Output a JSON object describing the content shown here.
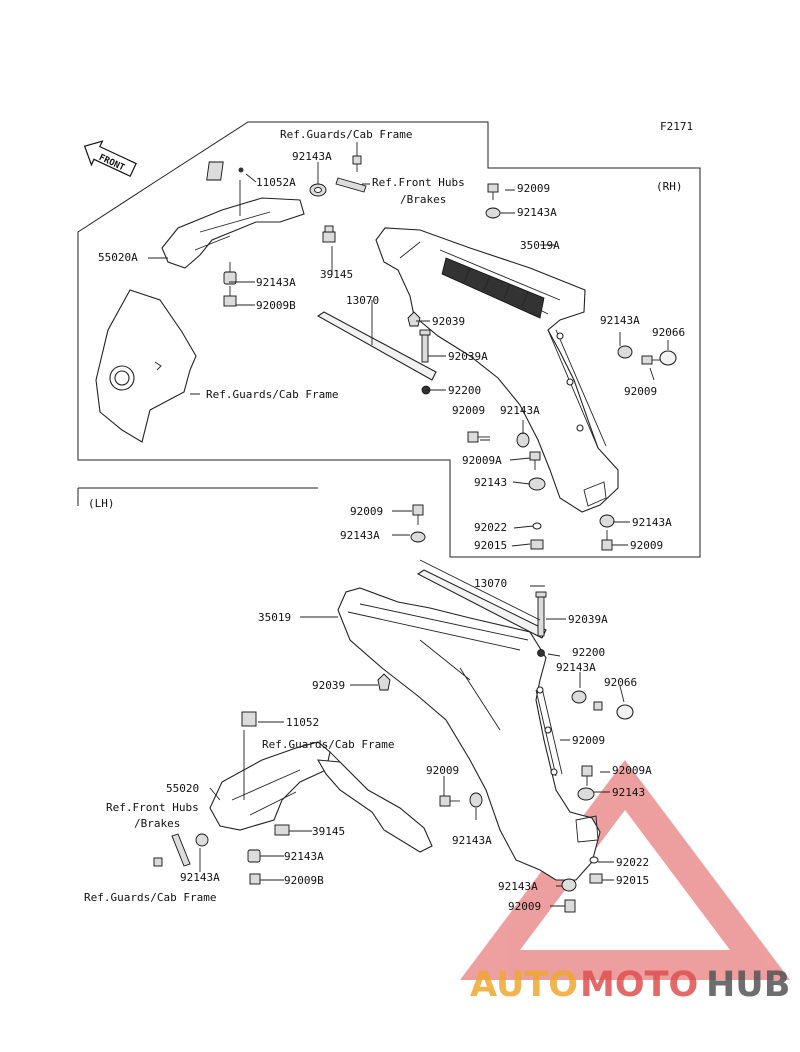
{
  "figure_code": "F2171",
  "sections": {
    "rh": "(RH)",
    "lh": "(LH)"
  },
  "front_arrow": "FRONT",
  "labels_rh": [
    "Ref.Guards/Cab Frame",
    "92143A",
    "11052A",
    "Ref.Front Hubs",
    "/Brakes",
    "92009",
    "92143A",
    "55020A",
    "39145",
    "92143A",
    "92009B",
    "35019A",
    "13070",
    "92039",
    "92039A",
    "92143A",
    "92066",
    "92009",
    "92200",
    "Ref.Guards/Cab Frame",
    "92009",
    "92143A",
    "92009A",
    "92143",
    "92022",
    "92143A",
    "92015",
    "92009"
  ],
  "labels_lh": [
    "92009",
    "92143A",
    "13070",
    "35019",
    "92039A",
    "92200",
    "92143A",
    "92066",
    "92039",
    "11052",
    "Ref.Guards/Cab Frame",
    "92009",
    "55020",
    "Ref.Front Hubs",
    "/Brakes",
    "92009",
    "92009A",
    "92143",
    "39145",
    "92143A",
    "92143A",
    "92022",
    "92143A",
    "92015",
    "Ref.Guards/Cab Frame",
    "92143A",
    "92009B",
    "92009"
  ],
  "watermark": {
    "part1": "AUTO",
    "part2": "MOTO",
    "part3": "HUB",
    "color1": "#f0a830",
    "color2": "#e05050",
    "color3": "#555555"
  }
}
